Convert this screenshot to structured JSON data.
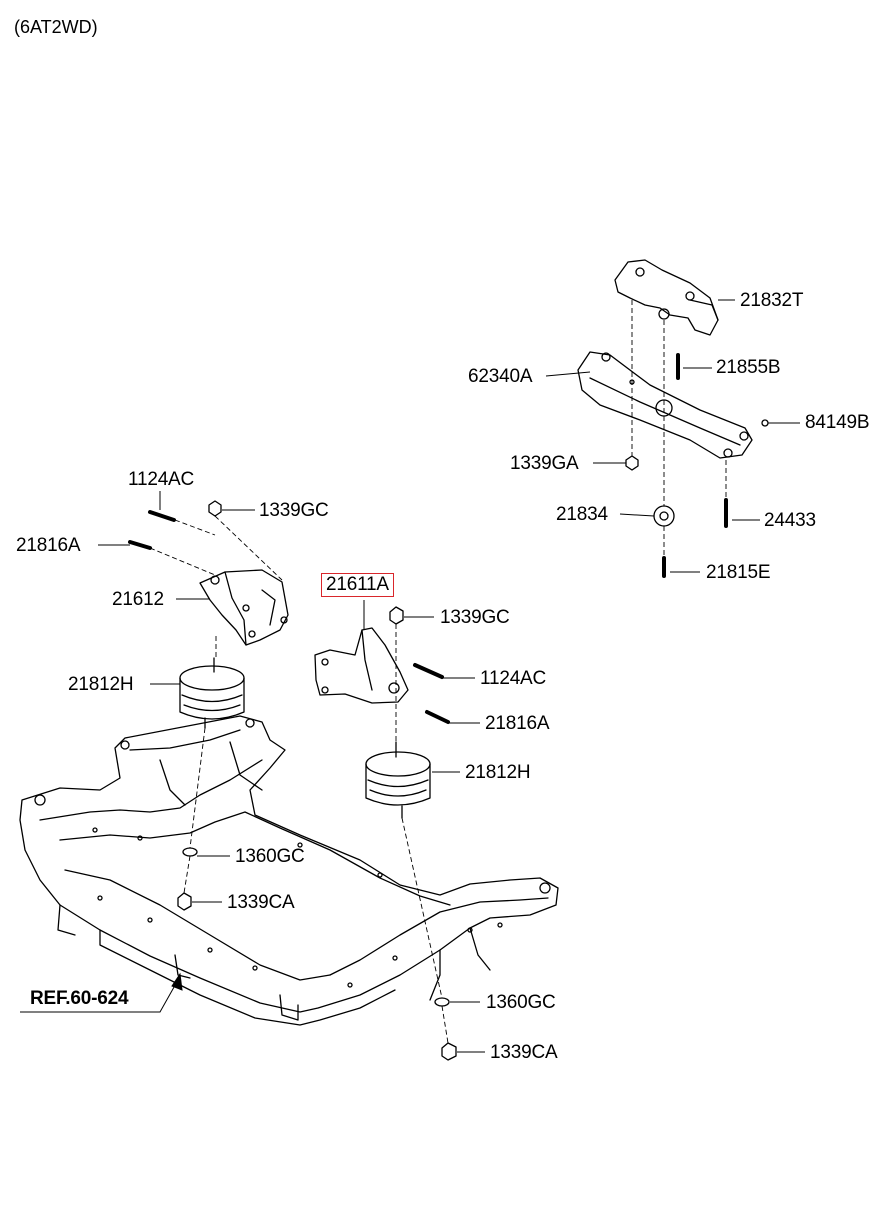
{
  "header": {
    "variant": "(6AT2WD)"
  },
  "labels": {
    "p21832T": "21832T",
    "p62340A": "62340A",
    "p21855B": "21855B",
    "p84149B": "84149B",
    "p1339GA": "1339GA",
    "p21834": "21834",
    "p24433": "24433",
    "p21815E": "21815E",
    "p1124AC_left": "1124AC",
    "p1339GC_left": "1339GC",
    "p21816A_left": "21816A",
    "p21612": "21612",
    "p21812H_left": "21812H",
    "p21611A": "21611A",
    "p1339GC_right": "1339GC",
    "p1124AC_right": "1124AC",
    "p21816A_right": "21816A",
    "p21812H_right": "21812H",
    "p1360GC_left": "1360GC",
    "p1339CA_left": "1339CA",
    "p1360GC_right": "1360GC",
    "p1339CA_right": "1339CA",
    "ref": "REF.60-624"
  },
  "colors": {
    "highlight_box": "#d9262b",
    "line": "#000000"
  }
}
